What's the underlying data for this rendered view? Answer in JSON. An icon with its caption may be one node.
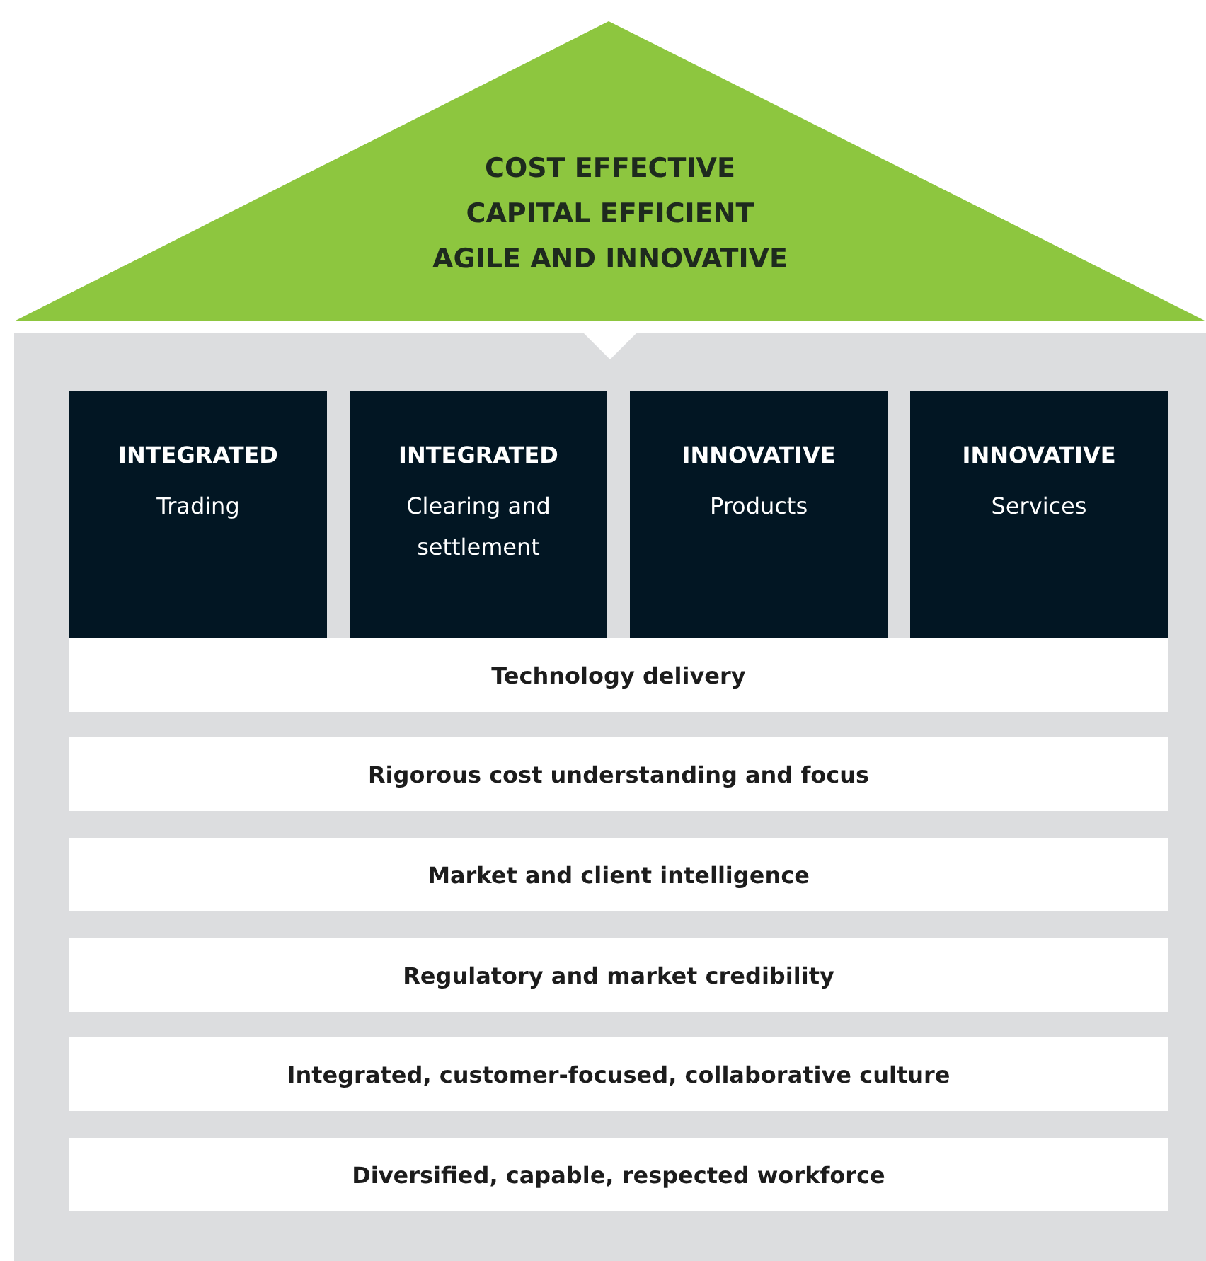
{
  "diagram": {
    "nodes": [
      {
        "text": [
          "COST EFFECTIVE",
          "CAPITAL EFFICIENT",
          "AGILE AND INNOVATIVE"
        ]
      },
      {
        "text": [],
        "shape": "box"
      },
      {
        "text": [
          "INTEGRATED",
          "Trading"
        ],
        "in": 1
      },
      {
        "text": [
          "INTEGRATED",
          "Clearing and settlement"
        ],
        "in": 1
      },
      {
        "text": [
          "INNOVATIVE",
          "Products"
        ],
        "in": 1
      },
      {
        "text": [
          "INNOVATIVE",
          "Services"
        ],
        "in": 1
      },
      {
        "text": [
          "Technology delivery"
        ],
        "in": 1
      },
      {
        "text": [
          "Rigorous cost understanding and focus"
        ],
        "in": 1
      },
      {
        "text": [
          "Market and client intelligence"
        ],
        "in": 1
      },
      {
        "text": [
          "Regulatory and market credibility"
        ],
        "in": 1
      },
      {
        "text": [
          "Integrated, customer-focused, collaborative culture"
        ],
        "in": 1
      },
      {
        "text": [
          "Diversified, capable, respected workforce"
        ],
        "in": 1
      }
    ],
    "edges": []
  }
}
